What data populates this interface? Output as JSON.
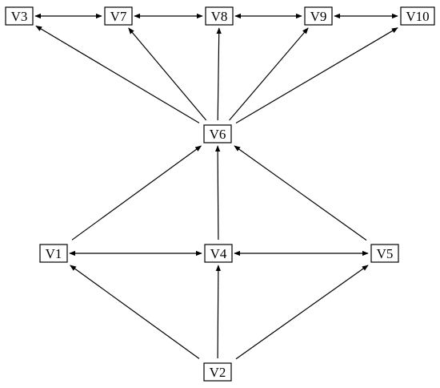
{
  "nodes": [
    {
      "id": "V1",
      "label": "V1"
    },
    {
      "id": "V2",
      "label": "V2"
    },
    {
      "id": "V3",
      "label": "V3"
    },
    {
      "id": "V4",
      "label": "V4"
    },
    {
      "id": "V5",
      "label": "V5"
    },
    {
      "id": "V6",
      "label": "V6"
    },
    {
      "id": "V7",
      "label": "V7"
    },
    {
      "id": "V8",
      "label": "V8"
    },
    {
      "id": "V9",
      "label": "V9"
    },
    {
      "id": "V10",
      "label": "V10"
    }
  ],
  "edges": [
    {
      "from": "V3",
      "to": "V7",
      "bidirectional": true
    },
    {
      "from": "V7",
      "to": "V8",
      "bidirectional": true
    },
    {
      "from": "V8",
      "to": "V9",
      "bidirectional": true
    },
    {
      "from": "V9",
      "to": "V10",
      "bidirectional": true
    },
    {
      "from": "V6",
      "to": "V3",
      "bidirectional": false
    },
    {
      "from": "V6",
      "to": "V7",
      "bidirectional": false
    },
    {
      "from": "V6",
      "to": "V8",
      "bidirectional": false
    },
    {
      "from": "V6",
      "to": "V9",
      "bidirectional": false
    },
    {
      "from": "V6",
      "to": "V10",
      "bidirectional": false
    },
    {
      "from": "V1",
      "to": "V6",
      "bidirectional": false
    },
    {
      "from": "V4",
      "to": "V6",
      "bidirectional": false
    },
    {
      "from": "V5",
      "to": "V6",
      "bidirectional": false
    },
    {
      "from": "V1",
      "to": "V4",
      "bidirectional": true
    },
    {
      "from": "V4",
      "to": "V5",
      "bidirectional": true
    },
    {
      "from": "V2",
      "to": "V1",
      "bidirectional": false
    },
    {
      "from": "V2",
      "to": "V4",
      "bidirectional": false
    },
    {
      "from": "V2",
      "to": "V5",
      "bidirectional": false
    }
  ],
  "colors": {
    "stroke": "#000000",
    "background": "#ffffff"
  }
}
